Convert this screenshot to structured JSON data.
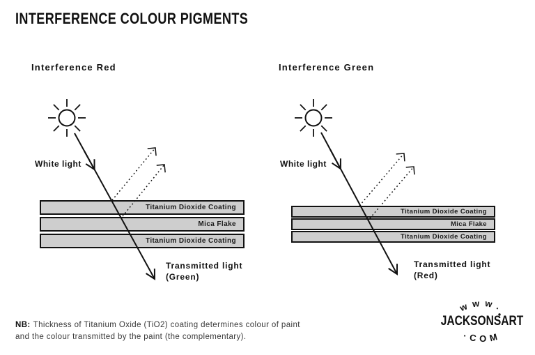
{
  "title": "INTERFERENCE COLOUR PIGMENTS",
  "diagrams": [
    {
      "heading": "Interference Red",
      "incident_label": "White light",
      "layers": [
        "Titanium Dioxide Coating",
        "Mica Flake",
        "Titanium Dioxide Coating"
      ],
      "transmitted_line1": "Transmitted light",
      "transmitted_line2": "(Green)"
    },
    {
      "heading": "Interference Green",
      "incident_label": "White light",
      "layers": [
        "Titanium Dioxide Coating",
        "Mica Flake",
        "Titanium Dioxide Coating"
      ],
      "transmitted_line1": "Transmitted light",
      "transmitted_line2": "(Red)"
    }
  ],
  "note": {
    "prefix": "NB:",
    "line1": "Thickness of Titanium Oxide (TiO2) coating determines colour of paint",
    "line2": "and the colour transmitted by the paint (the complementary)."
  },
  "logo": {
    "arc_top": "www.",
    "name": "JACKSONSART",
    "arc_bottom": "·COM"
  },
  "colors": {
    "ink": "#111111",
    "layer_fill": "#cecece",
    "note_text": "#3a3a3a"
  }
}
